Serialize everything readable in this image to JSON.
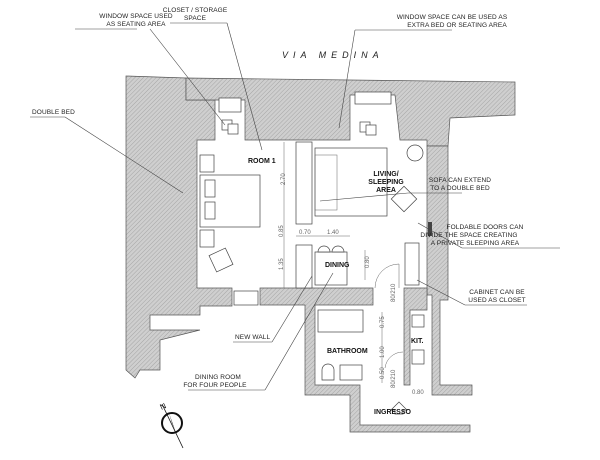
{
  "street": "VIA MEDINA",
  "rooms": {
    "room1": "ROOM 1",
    "living_line1": "LIVING/",
    "living_line2": "SLEEPING",
    "living_line3": "AREA",
    "dining": "DINING",
    "bathroom": "BATHROOM",
    "kitchen": "KIT.",
    "entrance": "INGRESSO"
  },
  "annotations": {
    "window_seating": [
      "WINDOW SPACE USED",
      "AS SEATING AREA"
    ],
    "closet": [
      "CLOSET / STORAGE",
      "SPACE"
    ],
    "window_extra_bed": [
      "WINDOW SPACE CAN BE USED AS",
      "EXTRA BED OR SEATING AREA"
    ],
    "double_bed": [
      "DOUBLE BED"
    ],
    "sofa": [
      "SOFA CAN EXTEND",
      "TO A DOUBLE BED"
    ],
    "foldable_doors": [
      "FOLDABLE DOORS CAN",
      "DIVIDE THE SPACE CREATING",
      "A PRIVATE SLEEPING AREA"
    ],
    "cabinet": [
      "CABINET CAN BE",
      "USED AS CLOSET"
    ],
    "new_wall": [
      "NEW WALL"
    ],
    "dining_room": [
      "DINING ROOM",
      "FOR FOUR PEOPLE"
    ]
  },
  "dimensions": {
    "d270": "2.70",
    "d085": "0.85",
    "d135": "1.35",
    "d070": "0.70",
    "d140": "1.40",
    "d080": "0.80",
    "d075": "0.75",
    "d100": "1.00",
    "d050": "0.50",
    "door1": "80/210",
    "door2": "80/210",
    "d080b": "0.80"
  },
  "compass": {
    "north": "N"
  }
}
